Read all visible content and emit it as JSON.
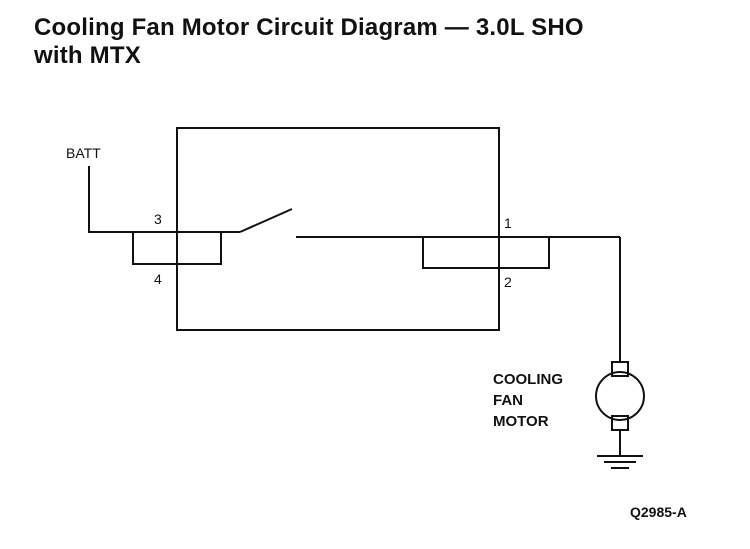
{
  "title": {
    "line1": "Cooling Fan Motor Circuit Diagram — 3.0L SHO",
    "line2": "with MTX"
  },
  "labels": {
    "batt": "BATT",
    "terminal_3": "3",
    "terminal_4": "4",
    "terminal_1": "1",
    "terminal_2": "2",
    "motor_line1": "COOLING",
    "motor_line2": "FAN",
    "motor_line3": "MOTOR"
  },
  "figure_ref": "Q2985-A"
}
